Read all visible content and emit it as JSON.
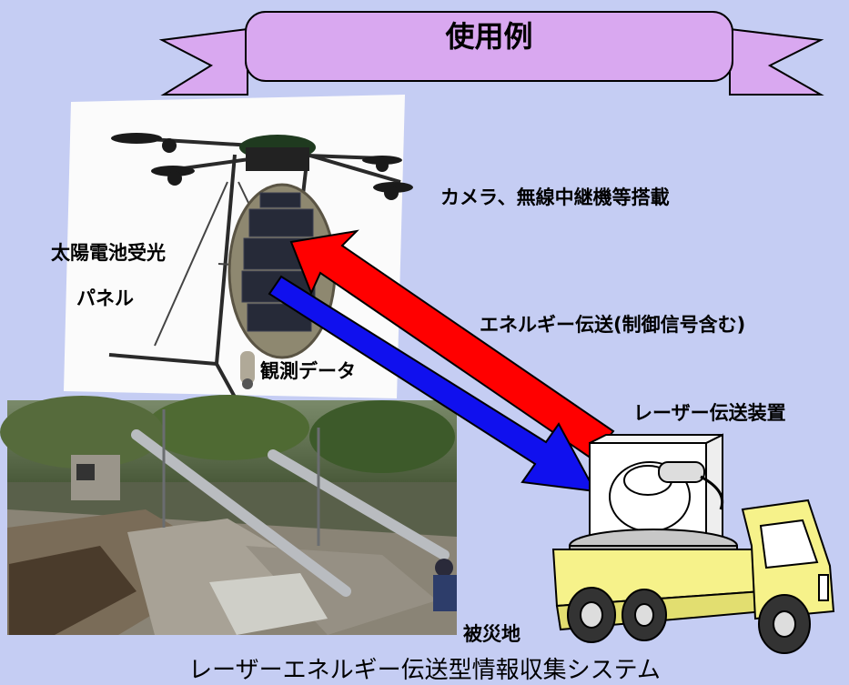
{
  "banner": {
    "title": "使用例"
  },
  "labels": {
    "payload": "カメラ、無線中継機等搭載",
    "solar_line1": "太陽電池受光",
    "solar_line2": "パネル",
    "energy": "エネルギー伝送(制御信号含む)",
    "observation": "観測データ",
    "laser_device": "レーザー伝送装置",
    "disaster_area": "被災地"
  },
  "caption": "レーザーエネルギー伝送型情報収集システム",
  "colors": {
    "background": "#c5cdf3",
    "banner_fill": "#d9a8f0",
    "energy_arrow": "#ff0000",
    "data_arrow": "#1010ee",
    "truck_body": "#f6f28a"
  },
  "icons": [
    "drone-photo",
    "disaster-photo",
    "truck-illustration",
    "camera-icon"
  ]
}
